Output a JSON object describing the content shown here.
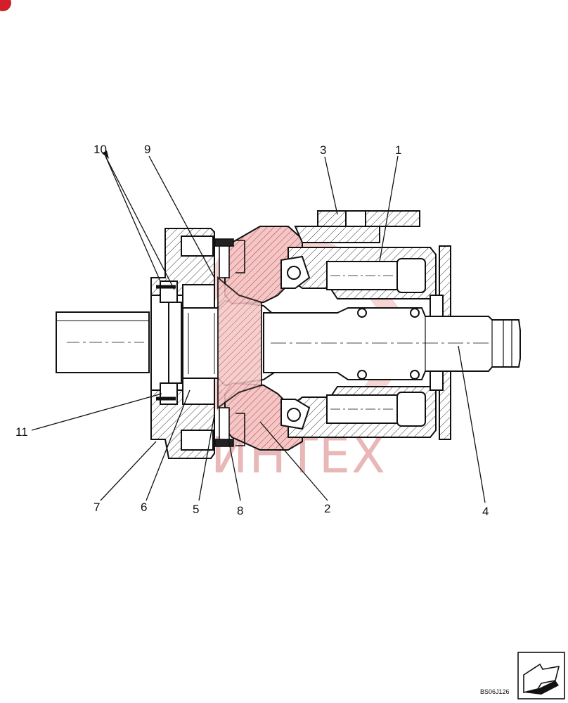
{
  "callouts": [
    {
      "id": "10",
      "label": "10"
    },
    {
      "id": "9",
      "label": "9"
    },
    {
      "id": "3",
      "label": "3"
    },
    {
      "id": "1",
      "label": "1"
    },
    {
      "id": "11",
      "label": "11"
    },
    {
      "id": "7",
      "label": "7"
    },
    {
      "id": "6",
      "label": "6"
    },
    {
      "id": "5",
      "label": "5"
    },
    {
      "id": "8",
      "label": "8"
    },
    {
      "id": "2",
      "label": "2"
    },
    {
      "id": "4",
      "label": "4"
    }
  ],
  "figure_code": "BS06J126",
  "watermark": "ИНТЕХ",
  "colors": {
    "line": "#111111",
    "cut_red": "#e8a7a7",
    "watermark": "#e8b7b7"
  },
  "icons": {
    "corner_badge": "red-badge-icon",
    "nav": "arrow-icon"
  }
}
